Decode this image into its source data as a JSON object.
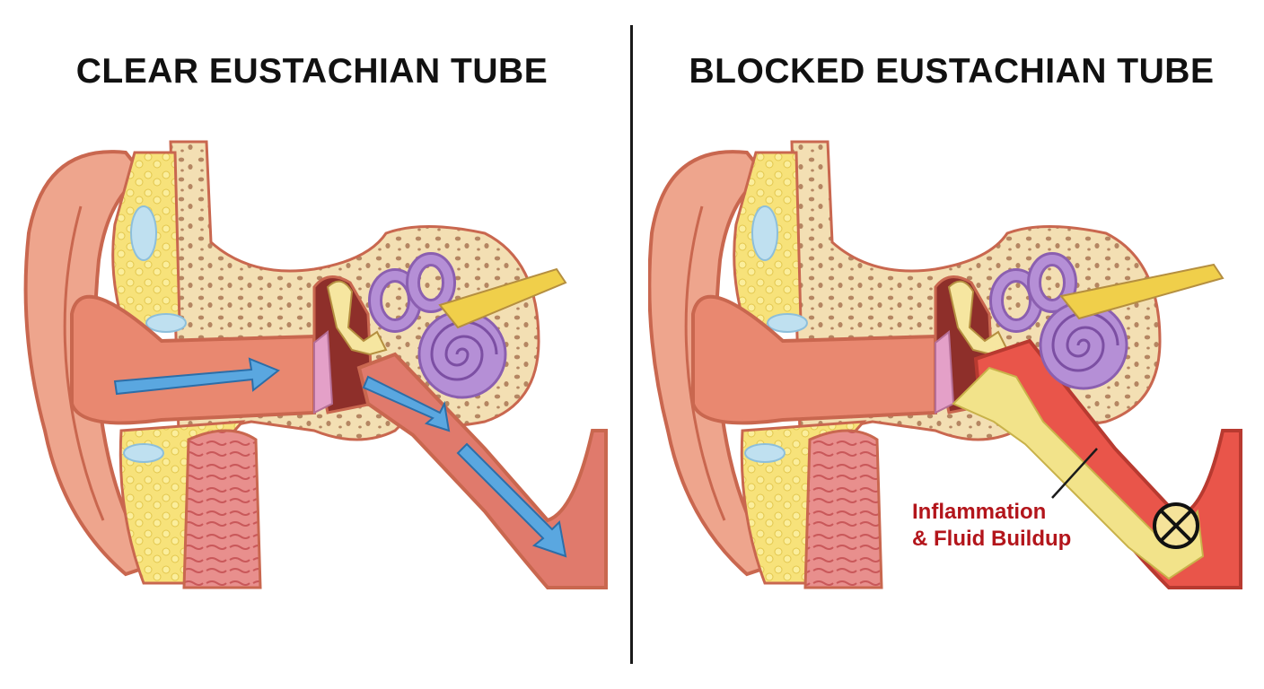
{
  "panels": {
    "left": {
      "title": "CLEAR EUSTACHIAN TUBE"
    },
    "right": {
      "title": "BLOCKED EUSTACHIAN TUBE",
      "callout_line1": "Inflammation",
      "callout_line2": "& Fluid Buildup"
    }
  },
  "icons": {
    "airflow": "blue-arrow-icon",
    "blockage": "circle-x-icon"
  },
  "colors": {
    "skin": "#eea58d",
    "skin_dark": "#c9674f",
    "bone": "#f3dfb3",
    "fat": "#f7e27a",
    "cochlea": "#b58fd6",
    "nerve": "#f0cf4a",
    "airflow_arrow": "#5aa7e0",
    "fluid": "#f2e38a",
    "inflammation": "#e9554a",
    "callout_text": "#b3151b"
  }
}
